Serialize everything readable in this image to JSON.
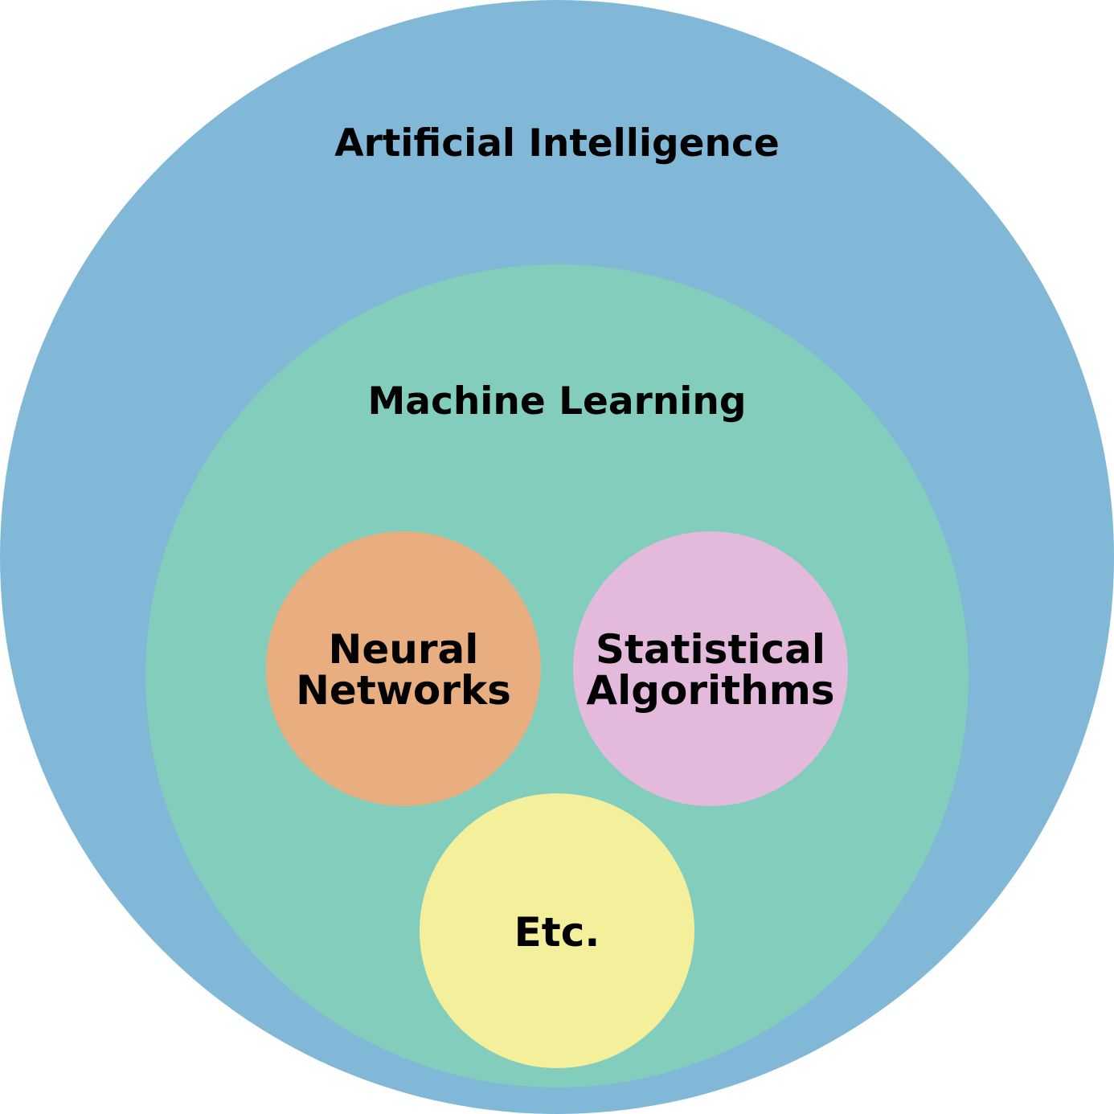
{
  "diagram": {
    "outer": {
      "label": "Artificial Intelligence",
      "color": "#81b7d7"
    },
    "middle": {
      "label": "Machine Learning",
      "color": "#82cdbb"
    },
    "neural": {
      "line1": "Neural",
      "line2": "Networks",
      "color": "#e9ae80"
    },
    "statistical": {
      "line1": "Statistical",
      "line2": "Algorithms",
      "color": "#e3b9dc"
    },
    "etc": {
      "label": "Etc.",
      "color": "#f4ef9b"
    }
  }
}
